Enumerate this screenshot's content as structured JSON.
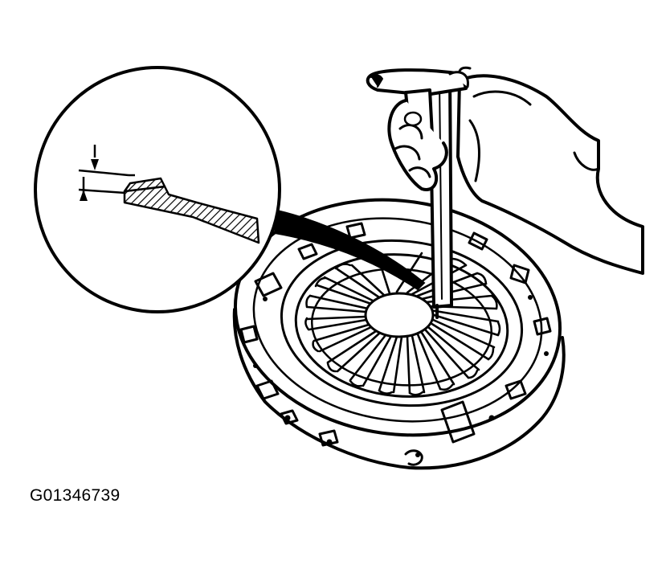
{
  "figure": {
    "code": "G01346739"
  },
  "parts": {
    "clutch_cover": "clutch-pressure-plate",
    "tool": "vernier-caliper",
    "detail": "magnified-depth-measurement-detail"
  },
  "colors": {
    "ink": "#000000",
    "paper": "#ffffff"
  }
}
